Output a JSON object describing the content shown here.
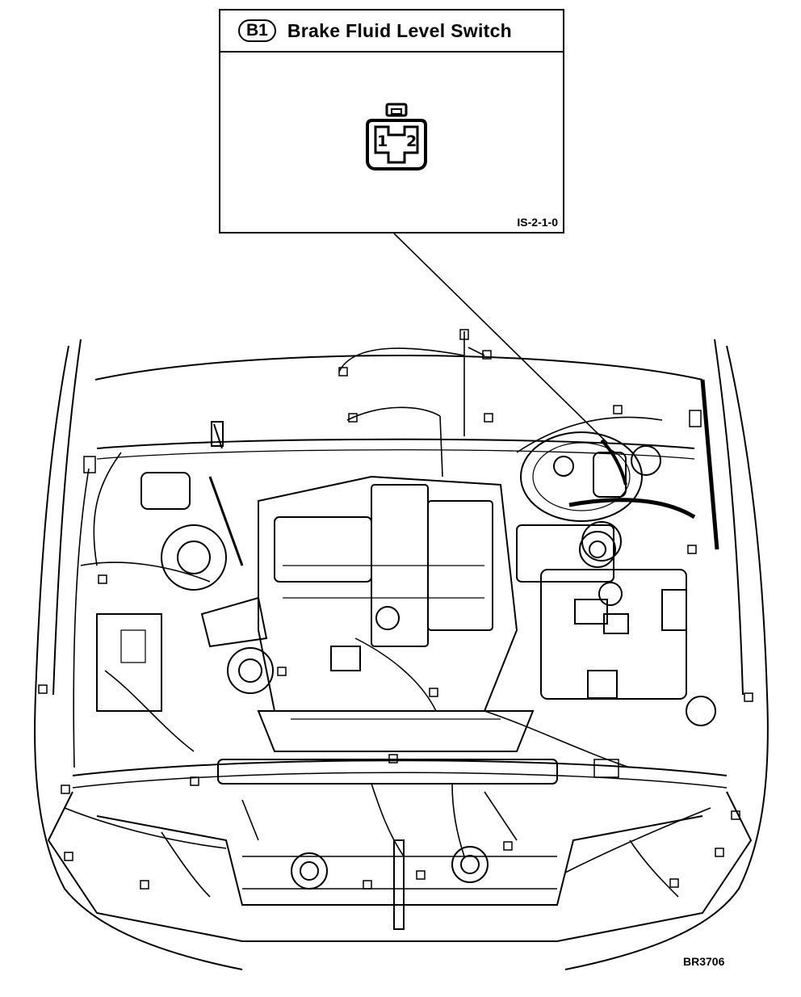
{
  "callout": {
    "code": "B1",
    "title": "Brake Fluid Level Switch",
    "pins": [
      "1",
      "2"
    ],
    "reference": "IS-2-1-0"
  },
  "figure": {
    "code": "BR3706"
  }
}
